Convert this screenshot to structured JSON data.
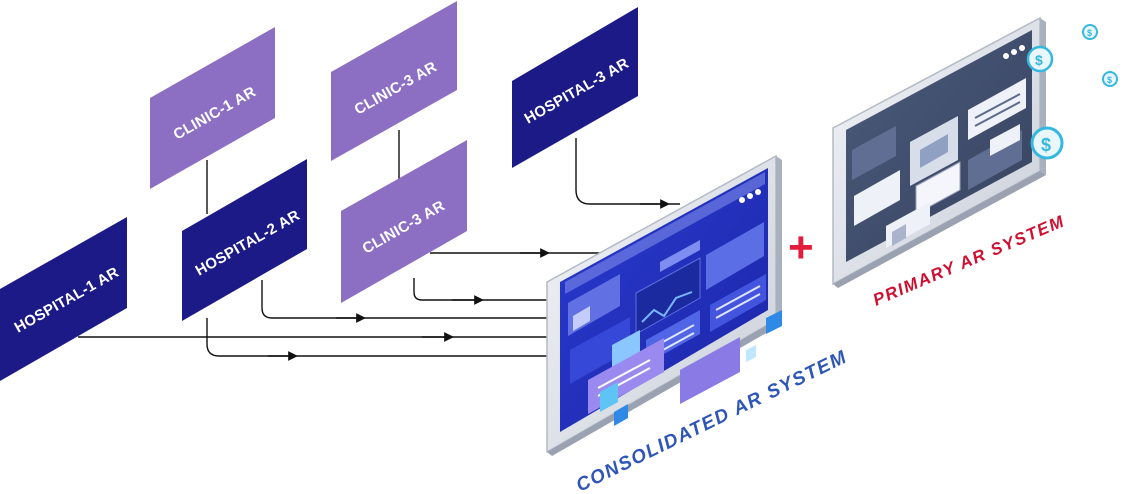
{
  "nodes": {
    "clinic_1": {
      "label": "CLINIC-1 AR"
    },
    "clinic_3_top": {
      "label": "CLINIC-3 AR"
    },
    "hospital_3": {
      "label": "HOSPITAL-3 AR"
    },
    "hospital_2": {
      "label": "HOSPITAL-2 AR"
    },
    "clinic_3_mid": {
      "label": "CLINIC-3 AR"
    },
    "hospital_1": {
      "label": "HOSPITAL-1 AR"
    }
  },
  "consolidated": {
    "label": "CONSOLIDATED AR SYSTEM"
  },
  "operator": {
    "symbol": "+"
  },
  "primary": {
    "label": "PRIMARY AR SYSTEM"
  },
  "icons": {
    "coin": "$"
  },
  "colors": {
    "clinic": "#8c6fc3",
    "hospital": "#1c1a86",
    "consolidated_label": "#2e56b8",
    "primary_label": "#cf1030",
    "plus": "#e41c3c",
    "screen_blue": "#2231b8",
    "coin": "#35b8e0"
  }
}
